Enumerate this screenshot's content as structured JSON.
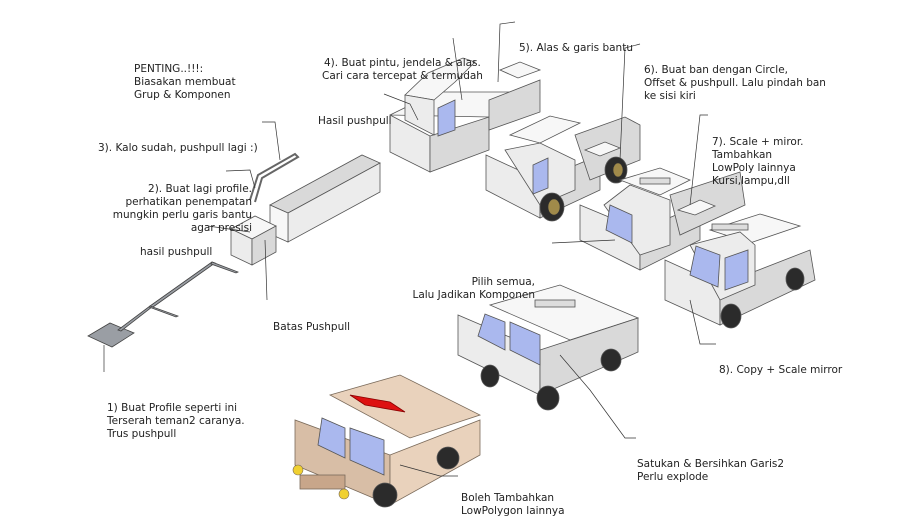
{
  "notes": {
    "important": [
      "PENTING..!!!:",
      "Biasakan membuat",
      "Grup & Komponen"
    ],
    "step1": [
      "1) Buat Profile seperti ini",
      "Terserah teman2 caranya.",
      "Trus pushpull"
    ],
    "step2": [
      "2). Buat lagi profile.",
      "perhatikan penempatan",
      "mungkin perlu garis bantu",
      "agar presisi"
    ],
    "step3": [
      "3). Kalo sudah, pushpull lagi :)"
    ],
    "hasil_pushpull_small": [
      "hasil pushpull"
    ],
    "batas_pushpull": [
      "Batas Pushpull"
    ],
    "step4": [
      "4). Buat pintu, jendela & alas.",
      "Cari cara tercepat & termudah"
    ],
    "hasil_pushpull_cab": [
      "Hasil pushpull"
    ],
    "step5": [
      "5). Alas & garis bantu"
    ],
    "step6": [
      "6). Buat ban dengan Circle,",
      "Offset & pushpull. Lalu pindah ban",
      "ke sisi kiri"
    ],
    "step7": [
      "7). Scale + miror.",
      "Tambahkan",
      "LowPoly lainnya",
      "Kursi,lampu,dll"
    ],
    "select_all": [
      "Pilih semua,",
      "Lalu Jadikan Komponen"
    ],
    "step8": [
      "8). Copy + Scale mirror"
    ],
    "merge": [
      "Satukan & Bersihkan Garis2",
      "Perlu explode"
    ],
    "lowpoly": [
      "Boleh Tambahkan",
      "LowPolygon lainnya"
    ]
  },
  "colors": {
    "glass": "#aab8ee",
    "body": "#ececec",
    "tan_body": "#e9d2bc",
    "siren": "#dd1111",
    "wheel": "#2b2b2b",
    "headlight": "#f0d030"
  }
}
